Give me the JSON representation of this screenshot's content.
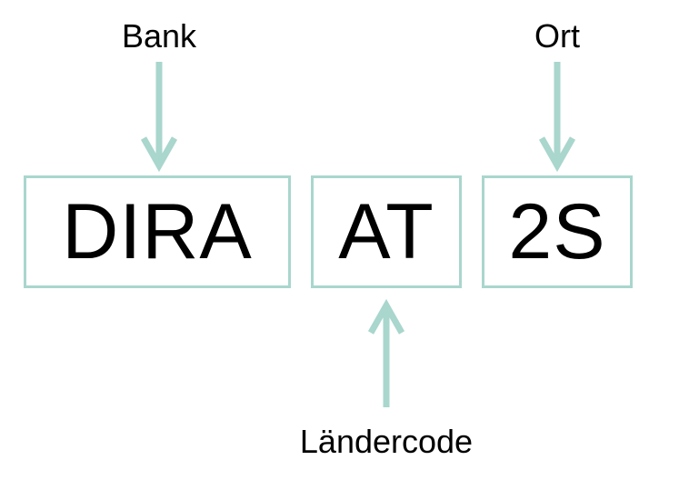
{
  "segments": [
    {
      "code": "DIRA",
      "label": "Bank",
      "label_position": "above"
    },
    {
      "code": "AT",
      "label": "Ländercode",
      "label_position": "below"
    },
    {
      "code": "2S",
      "label": "Ort",
      "label_position": "above"
    }
  ],
  "colors": {
    "accent": "#a9d6cd",
    "text": "#000000",
    "background": "#ffffff"
  }
}
